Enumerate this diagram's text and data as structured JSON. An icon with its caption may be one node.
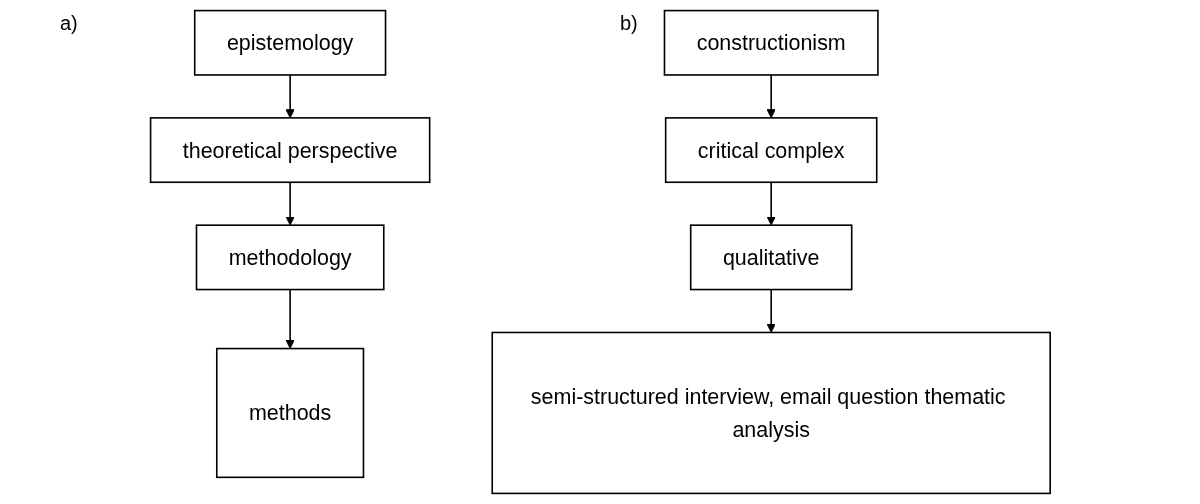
{
  "diagram": {
    "nodes": [
      {
        "text": [
          "epistemology"
        ]
      },
      {
        "text": [
          "theoretical perspective"
        ]
      },
      {
        "text": [
          "methodology"
        ]
      },
      {
        "text": [
          "methods"
        ]
      },
      {
        "text": [
          "constructionism"
        ]
      },
      {
        "text": [
          "critical complex"
        ]
      },
      {
        "text": [
          "qualitative"
        ]
      },
      {
        "text": [
          "semi-structured interview, email question thematic analysis"
        ]
      }
    ],
    "edges": [
      {
        "from": 0,
        "to": 1,
        "arrow": "to"
      },
      {
        "from": 1,
        "to": 2,
        "arrow": "to"
      },
      {
        "from": 2,
        "to": 3,
        "arrow": "to"
      },
      {
        "from": 4,
        "to": 5,
        "arrow": "to"
      },
      {
        "from": 5,
        "to": 6,
        "arrow": "to"
      },
      {
        "from": 6,
        "to": 7,
        "arrow": "to"
      }
    ],
    "labels": [
      "a)",
      "b)"
    ]
  }
}
